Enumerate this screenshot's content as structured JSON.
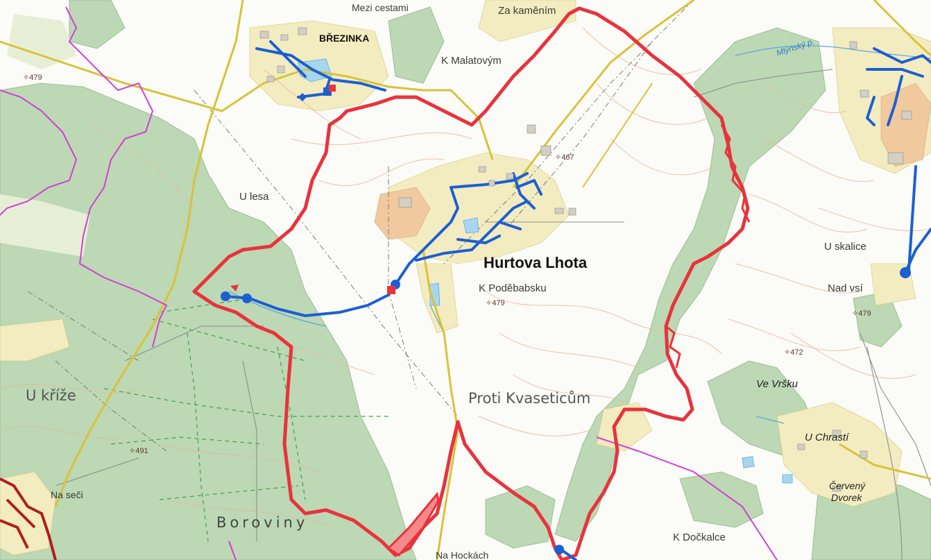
{
  "map": {
    "settlements": {
      "hurtova_lhota": "Hurtova Lhota",
      "brezinka": "BŘEZINKA"
    },
    "places": {
      "mezi_cestami": "Mezi cestami",
      "za_kamenim": "Za kaměním",
      "k_malatovym": "K Malatovým",
      "u_lesa": "U lesa",
      "k_podebabsku": "K Poděbabsku",
      "u_krize": "U kříže",
      "proti_kvaseticum": "Proti Kvaseticům",
      "boroviny": "Boroviny",
      "na_seci": "Na seči",
      "u_skalice": "U skalice",
      "nad_vsi": "Nad vsí",
      "ve_vrsku": "Ve Vršku",
      "u_chrasti": "U Chrastí",
      "cerveny_dvorek_1": "Červený",
      "cerveny_dvorek_2": "Dvorek",
      "k_dockalce": "K Dočkalce",
      "na_hockach": "Na Hockách"
    },
    "water": {
      "mlynsky_potok": "Mlýnský p."
    },
    "elevations": {
      "e479_nw": "479",
      "e467": "467",
      "e479_center": "479",
      "e472": "472",
      "e479_east": "479",
      "e491": "491"
    },
    "colors": {
      "forest": "#bcd8b4",
      "built_up": "#f3ecc0",
      "road": "#d9c23a",
      "boundary_red": "#e8333d",
      "district_magenta": "#d23fd6",
      "water_network_blue": "#1c5fd2",
      "contour": "#e9b89c"
    }
  }
}
